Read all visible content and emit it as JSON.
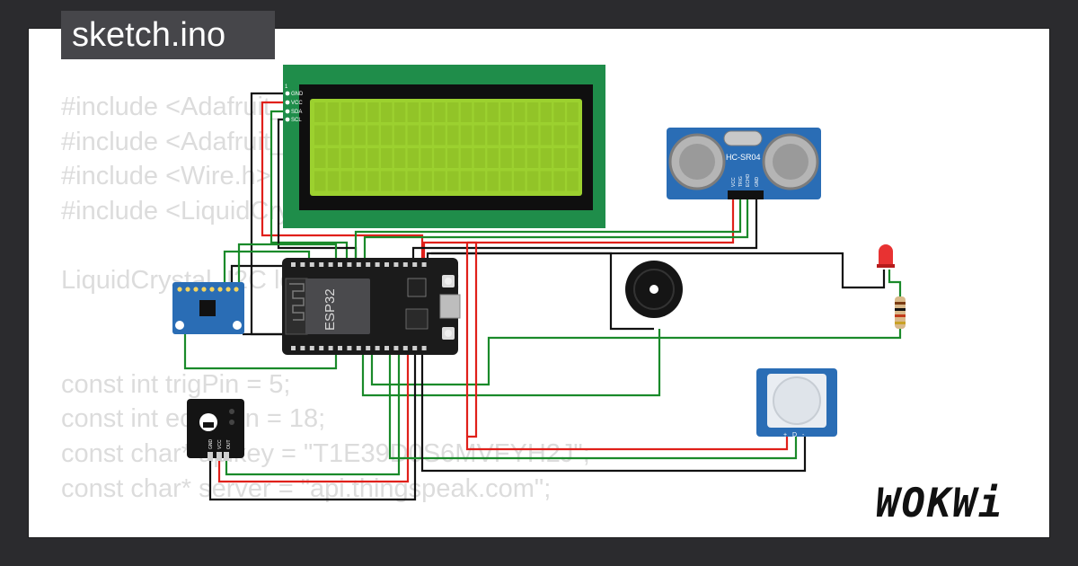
{
  "file_tab": {
    "label": "sketch.ino"
  },
  "code_lines": [
    "#include <Adafruit_Sensor.h>",
    "#include <Adafruit_MPU6050.h>",
    "#include <Wire.h>",
    "#include <LiquidCrystal_I2C.h>",
    "",
    "LiquidCrystal_I2C lcd(0x27, 20, 4);",
    "",
    "",
    "const int trigPin = 5;",
    "const int echoPin = 18;",
    "const char* apikey = \"T1E39D0S6MVFYH2J\";",
    "const char* server = \"api.thingspeak.com\";"
  ],
  "components": {
    "lcd": {
      "pins": [
        "GND",
        "VCC",
        "SDA",
        "SCL"
      ],
      "pin1_label": "1"
    },
    "esp32": {
      "label": "ESP32"
    },
    "ultrasonic": {
      "label": "HC-SR04",
      "pins": [
        "VCC",
        "TRIG",
        "ECHO",
        "GND"
      ]
    },
    "pir": {
      "pins": [
        "+",
        "D",
        "-"
      ]
    },
    "dht": {
      "pins": [
        "GND",
        "VCC",
        "OUT"
      ]
    },
    "mpu6050": {},
    "buzzer": {},
    "led": {
      "color": "red"
    },
    "resistor": {}
  },
  "logo": {
    "text": "WOKWi"
  },
  "colors": {
    "background": "#2b2b2e",
    "card": "#ffffff",
    "file_tab": "#46464a",
    "code_text": "#dcdcdc",
    "lcd_board": "#1f8d4a",
    "lcd_screen": "#9cd12f",
    "esp32_board": "#1b1b1b",
    "sensor_blue": "#2a6db5",
    "wire_black": "#111111",
    "wire_red": "#e0201a",
    "wire_green": "#1a8a2a"
  }
}
